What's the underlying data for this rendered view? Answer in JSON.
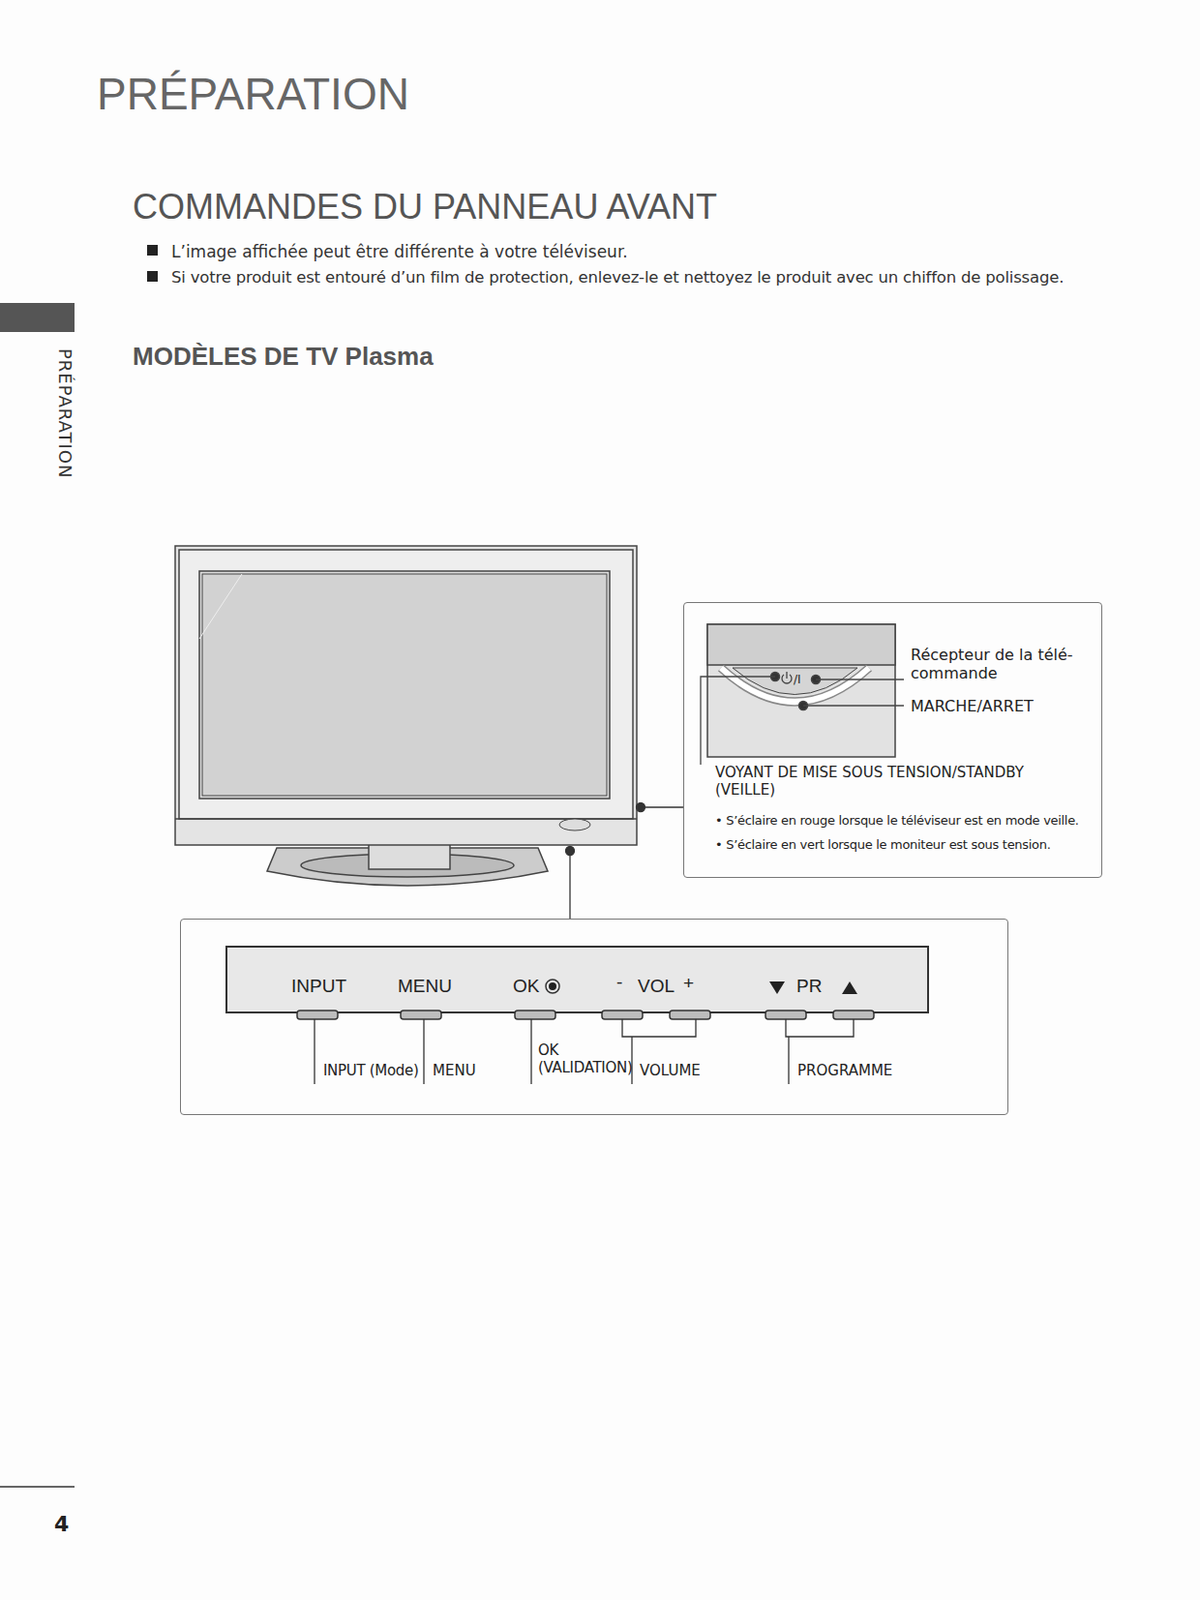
{
  "diagram": {
    "title": "PRÉPARATION",
    "nodes": [
      {
        "text": [
          "Récepteur de la télé-commande",
          "MARCHE/ARRET",
          "VOYANT DE MISE SOUS TENSION/STANDBY (VEILLE)",
          "• S’éclaire en rouge lorsque le téléviseur est en mode veille.",
          "• S’éclaire en vert lorsque le moniteur est sous tension."
        ]
      },
      {
        "text": [
          "INPUT (Mode)",
          "MENU",
          "OK (VALIDATION)",
          "VOLUME",
          "PROGRAMME"
        ]
      }
    ],
    "labels": [
      "COMMANDES DU PANNEAU AVANT",
      "L’image affichée peut être différente à votre téléviseur.",
      "Si votre produit est entouré d’un film de protection, enlevez-le et nettoyez le produit avec un chiffon de polissage.",
      "MODÈLES DE TV Plasma",
      "/I",
      "INPUT",
      "MENU",
      "OK",
      "-",
      "VOL",
      "+",
      "PR",
      "PRÉPARATION",
      "4"
    ]
  }
}
